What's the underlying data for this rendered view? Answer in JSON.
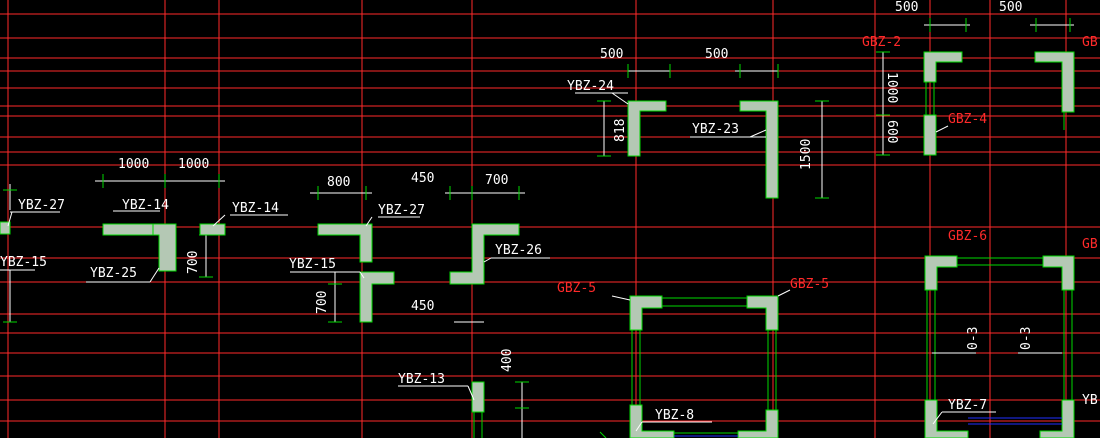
{
  "drawing": {
    "white_labels": [
      "YBZ-24",
      "YBZ-23",
      "YBZ-27",
      "YBZ-14",
      "YBZ-14",
      "YBZ-25",
      "YBZ-15",
      "YBZ-27",
      "YBZ-15",
      "YBZ-26",
      "YBZ-13",
      "YBZ-8",
      "YBZ-7",
      "YB"
    ],
    "red_labels": [
      "GBZ-2",
      "GB",
      "GBZ-4",
      "GBZ-5",
      "GBZ-5",
      "GBZ-6",
      "GB"
    ],
    "dimensions": [
      "500",
      "500",
      "500",
      "500",
      "1000",
      "1000",
      "800",
      "450",
      "700",
      "450",
      "700",
      "700",
      "400",
      "818",
      "1500",
      "1000",
      "600",
      "0-3",
      "0-3"
    ],
    "colors": {
      "background": "#000000",
      "grid_lines": "#ff2a2a",
      "column_fill": "#b4c8b4",
      "column_outline": "#00d800",
      "text": "#ffffff",
      "red_text": "#ff2a2a"
    }
  }
}
